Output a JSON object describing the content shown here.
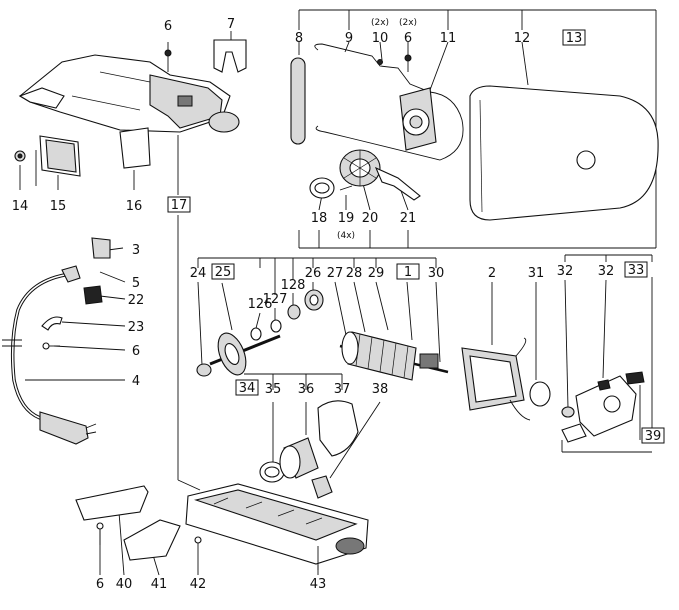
{
  "labels": {
    "l2": "2",
    "l3": "3",
    "l4": "4",
    "l5": "5",
    "l6a": "6",
    "l6b": "6",
    "l6c": "6",
    "l6d": "6",
    "l7": "7",
    "l8": "8",
    "l9": "9",
    "l10": "10",
    "l11": "11",
    "l12": "12",
    "l14": "14",
    "l15": "15",
    "l16": "16",
    "l18": "18",
    "l19": "19",
    "l20": "20",
    "l21": "21",
    "l22": "22",
    "l23": "23",
    "l24": "24",
    "l26": "26",
    "l27": "27",
    "l28": "28",
    "l29": "29",
    "l30": "30",
    "l31": "31",
    "l32a": "32",
    "l32b": "32",
    "l35": "35",
    "l36": "36",
    "l37": "37",
    "l38": "38",
    "l40": "40",
    "l41": "41",
    "l42": "42",
    "l43": "43",
    "l126": "126",
    "l127": "127",
    "l128": "128"
  },
  "boxed": {
    "b1": "1",
    "b13": "13",
    "b17": "17",
    "b25": "25",
    "b33": "33",
    "b34": "34",
    "b39": "39"
  },
  "qty": {
    "q10": "(2x)",
    "q6": "(2x)",
    "q19": "(4x)"
  }
}
